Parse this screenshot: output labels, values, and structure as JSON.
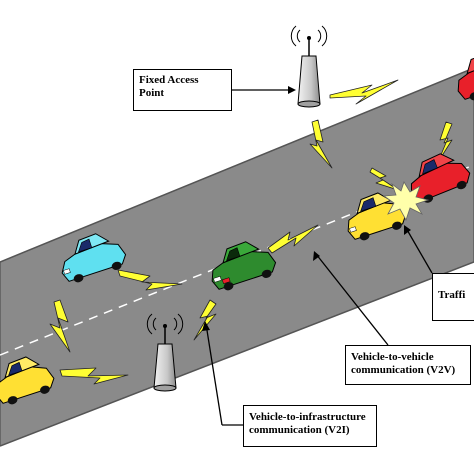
{
  "labels": {
    "fixed_access_point": [
      "Fixed Access",
      "Point"
    ],
    "v2v": [
      "Vehicle-to-vehicle",
      "communication (V2V)"
    ],
    "v2i": [
      "Vehicle-to-infrastructure",
      "communication (V2I)"
    ],
    "traffic": "Traffi"
  },
  "colors": {
    "road": "#8a8a8a",
    "lane_marking": "#ffffff",
    "lightning": "#ffff33",
    "car_yellow": "#ffe033",
    "car_cyan": "#5fe0f0",
    "car_green": "#2e8b2e",
    "car_red": "#e8202a",
    "antenna": "#d0d0d0"
  },
  "icons": [
    "antenna-icon",
    "lightning-icon",
    "car-icon",
    "crash-burst-icon"
  ]
}
